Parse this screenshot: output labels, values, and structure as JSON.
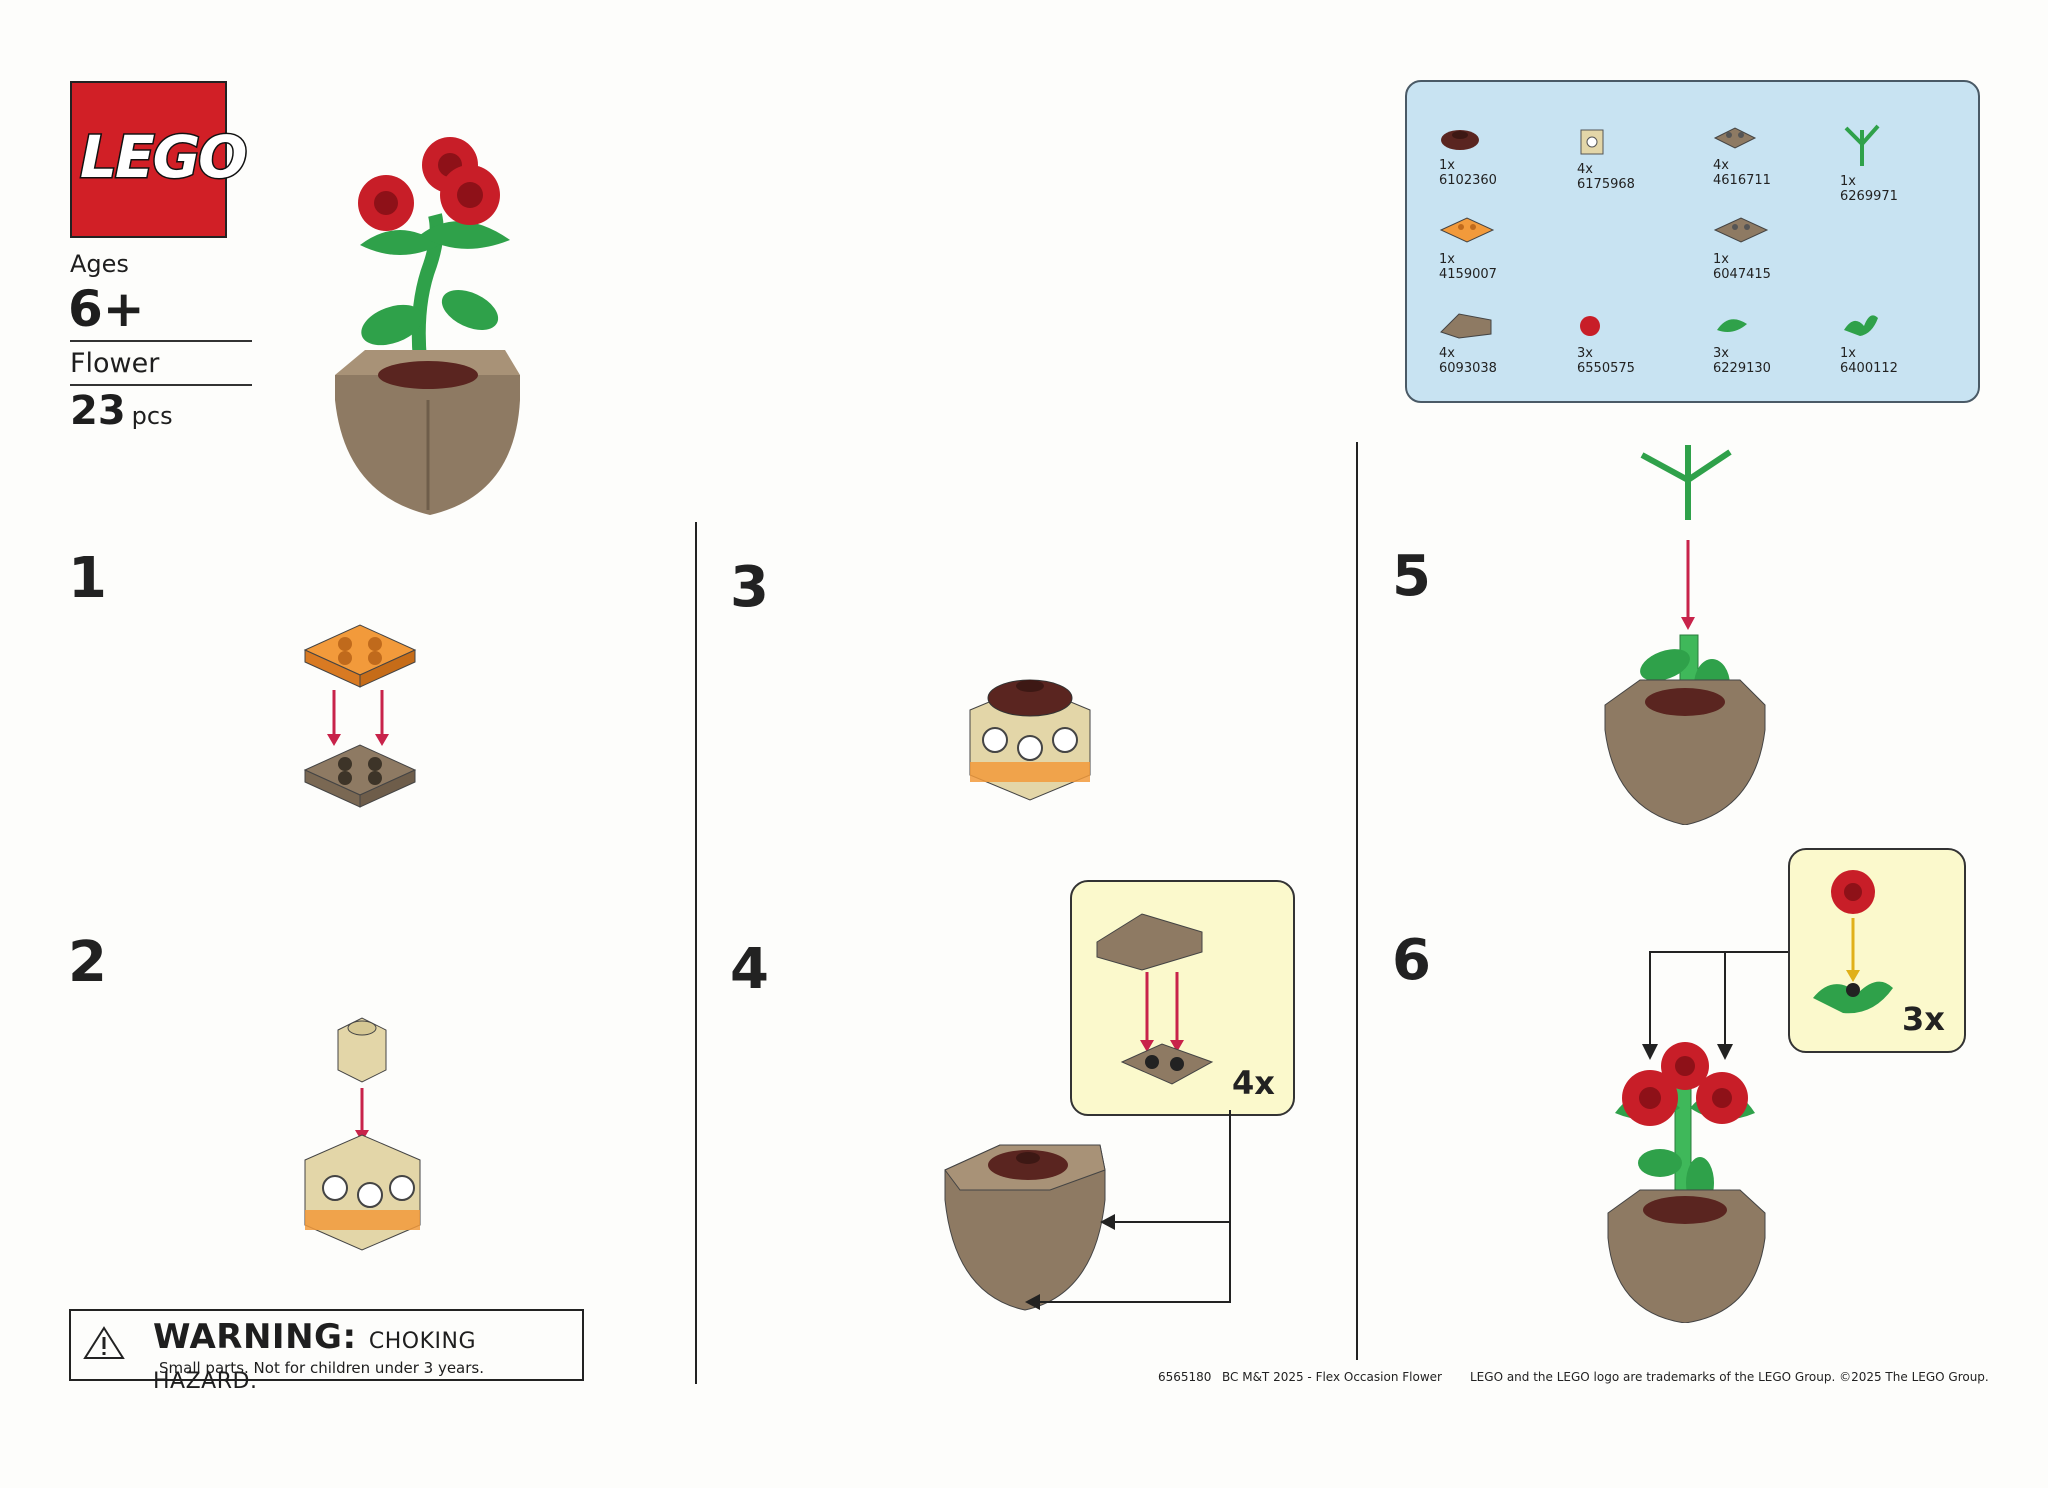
{
  "brand": {
    "logo_text": "LEGO"
  },
  "header": {
    "ages_label": "Ages",
    "ages_value": "6+",
    "set_name": "Flower",
    "piece_count": "23",
    "piece_unit": "pcs"
  },
  "parts": [
    {
      "qty": "1x",
      "id": "6102360"
    },
    {
      "qty": "4x",
      "id": "6175968"
    },
    {
      "qty": "4x",
      "id": "4616711"
    },
    {
      "qty": "1x",
      "id": "6269971"
    },
    {
      "qty": "1x",
      "id": "4159007"
    },
    {
      "qty": "1x",
      "id": "6047415"
    },
    {
      "qty": "4x",
      "id": "6093038"
    },
    {
      "qty": "3x",
      "id": "6550575"
    },
    {
      "qty": "3x",
      "id": "6229130"
    },
    {
      "qty": "1x",
      "id": "6400112"
    }
  ],
  "steps": [
    "1",
    "2",
    "3",
    "4",
    "5",
    "6"
  ],
  "callouts": {
    "step4_multiplier": "4x",
    "step6_multiplier": "3x"
  },
  "warning": {
    "title": "WARNING:",
    "title_suffix": "CHOKING HAZARD.",
    "text": "Small parts. Not for children under 3 years."
  },
  "footer": {
    "code": "6565180",
    "line": "BC M&T 2025 - Flex Occasion  Flower",
    "trademark": "LEGO and the LEGO logo are trademarks of the LEGO Group. ©2025 The LEGO Group."
  },
  "colors": {
    "brand_red": "#d11f26",
    "parts_bg": "#c8e3f2",
    "callout_bg": "#fbf9cc",
    "arrow_red": "#c8234a",
    "pot_tan": "#8e7a63",
    "leaf_green": "#2fa14a",
    "rose_red": "#c81e28"
  }
}
